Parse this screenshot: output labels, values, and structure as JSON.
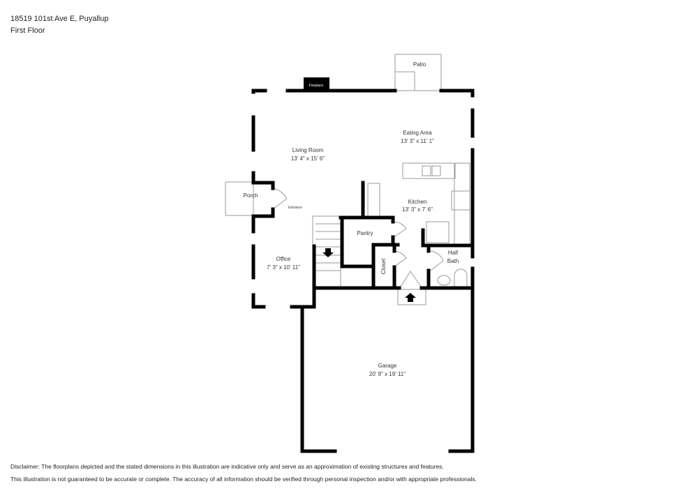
{
  "header": {
    "address": "18519 101st Ave E, Puyallup",
    "floor": "First Floor"
  },
  "rooms": {
    "patio": {
      "name": "Patio"
    },
    "fireplace": {
      "name": "Fireplace"
    },
    "living_room": {
      "name": "Living Room",
      "dims": "13' 4\" x 15' 6\""
    },
    "eating_area": {
      "name": "Eating Area",
      "dims": "13' 3\" x 11' 1\""
    },
    "porch": {
      "name": "Porch"
    },
    "entrance": {
      "name": "Entrance"
    },
    "kitchen": {
      "name": "Kitchen",
      "dims": "13' 3\" x 7' 6\""
    },
    "pantry": {
      "name": "Pantry"
    },
    "closet": {
      "name": "Closet"
    },
    "half_bath": {
      "name": "Half Bath",
      "line1": "Half",
      "line2": "Bath"
    },
    "office": {
      "name": "Office",
      "dims": "7' 3\" x 10' 11\""
    },
    "garage": {
      "name": "Garage",
      "dims": "20' 9\" x 19' 11\""
    }
  },
  "disclaimer": {
    "line1": "Disclaimer: The floorplans depicted and the stated dimensions in this illustration are indicative only and serve as an approximation of existing structures and features.",
    "line2": "This illustration is not guaranteed to be accurate or complete. The accuracy of all information should be verified through personal inspection and/or with appropriate professionals."
  }
}
